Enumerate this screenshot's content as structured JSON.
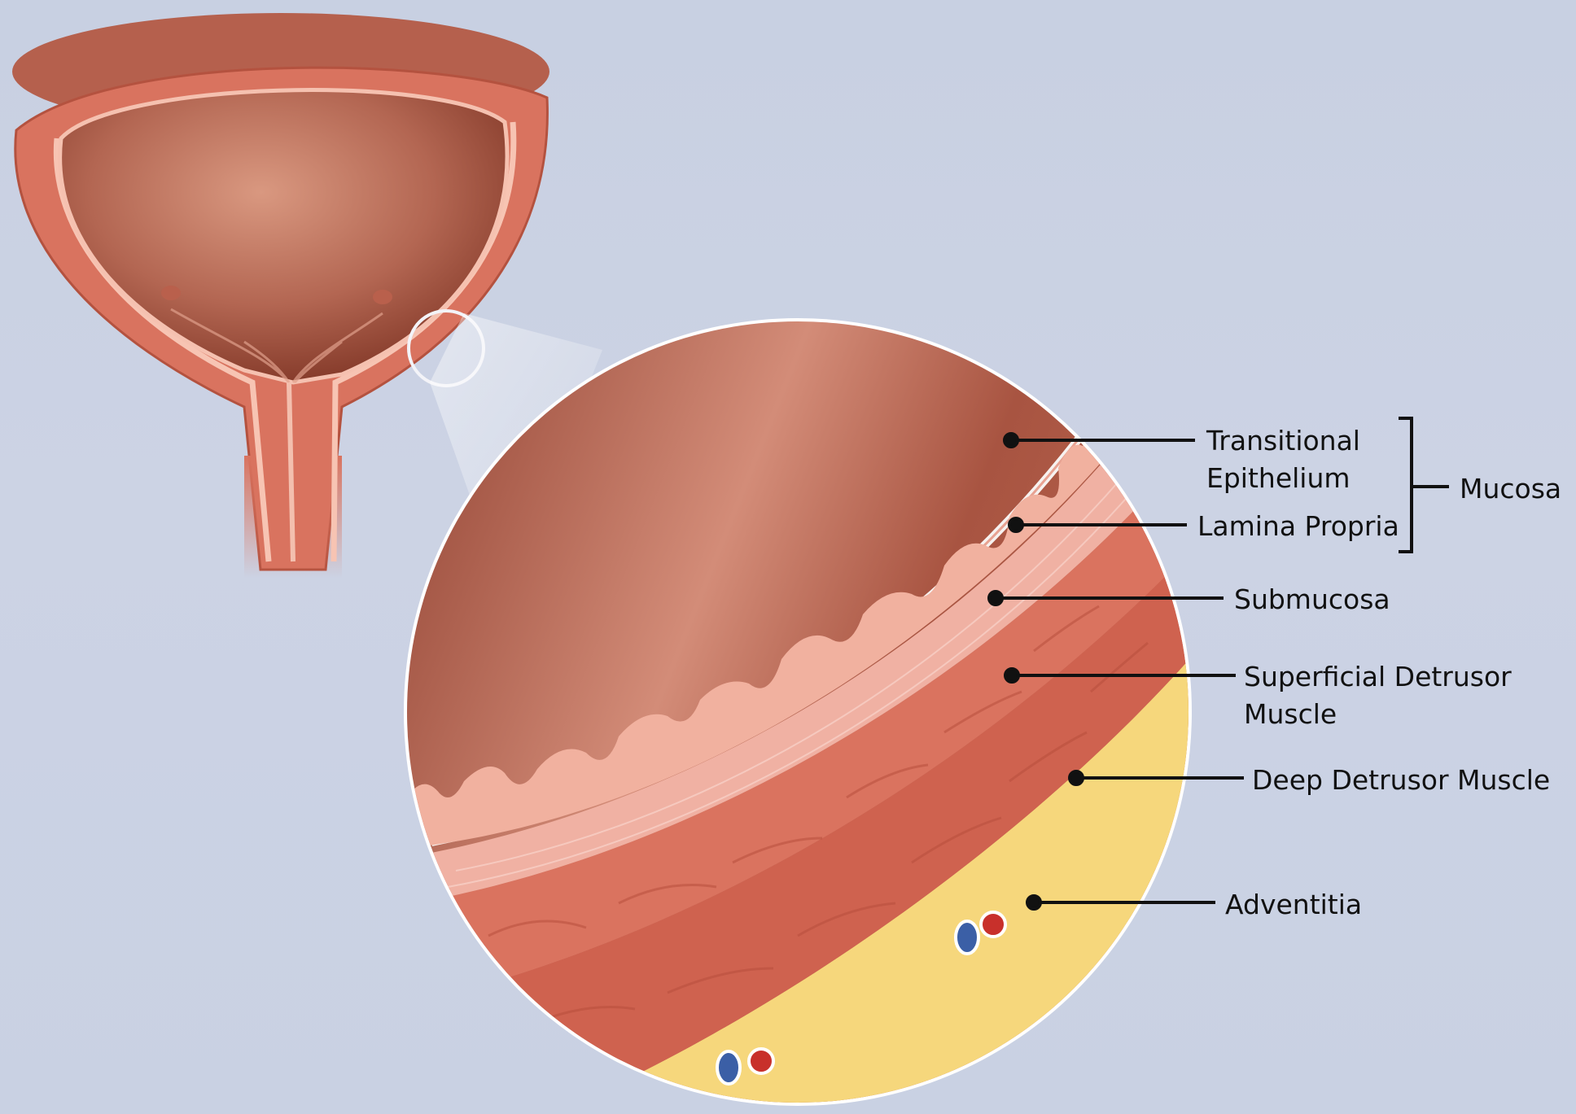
{
  "labels": {
    "transitional_epithelium": [
      "Transitional",
      "Epithelium"
    ],
    "lamina_propria": "Lamina Propria",
    "mucosa": "Mucosa",
    "submucosa": "Submucosa",
    "superficial_detrusor_muscle": [
      "Superficial Detrusor",
      "Muscle"
    ],
    "deep_detrusor_muscle": "Deep Detrusor Muscle",
    "adventitia": "Adventitia"
  },
  "colors": {
    "background": "#c9d1e3",
    "bladder_wall": "#d9735f",
    "bladder_lumen": "#9a4a3a",
    "urothelium": "#f2b7a6",
    "submucosa": "#f0b1a3",
    "muscle": "#d8705c",
    "adventitia": "#f6d77c",
    "callout_line": "#111111"
  }
}
